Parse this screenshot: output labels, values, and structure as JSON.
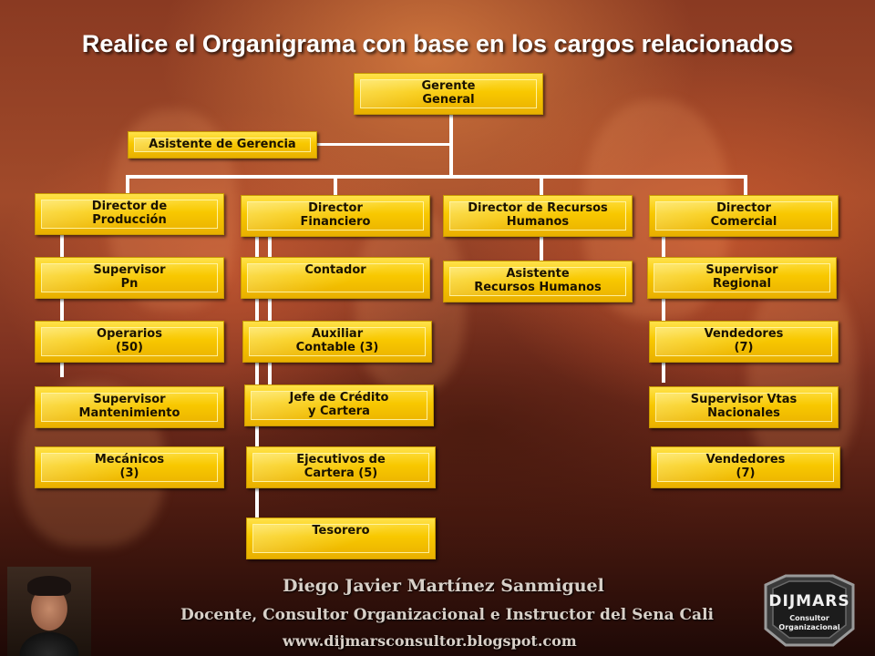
{
  "title": "Realice el Organigrama con base en los cargos relacionados",
  "nodes": {
    "gerente": "Gerente\nGeneral",
    "asistente_gerencia": "Asistente de Gerencia",
    "dir_produccion": "Director de\nProducción",
    "dir_financiero": "Director\nFinanciero",
    "dir_rrhh": "Director de Recursos\nHumanos",
    "dir_comercial": "Director\nComercial",
    "supervisor_pn": "Supervisor\nPn",
    "operarios": "Operarios\n(50)",
    "supervisor_mant": "Supervisor\nMantenimiento",
    "mecanicos": "Mecánicos\n(3)",
    "contador": "Contador",
    "aux_contable": "Auxiliar\nContable (3)",
    "jefe_credito": "Jefe de Crédito\ny Cartera",
    "ejecutivos_cartera": "Ejecutivos de\nCartera (5)",
    "tesorero": "Tesorero",
    "asistente_rrhh": "Asistente\nRecursos Humanos",
    "supervisor_regional": "Supervisor\nRegional",
    "vendedores_1": "Vendedores\n(7)",
    "supervisor_vtas": "Supervisor Vtas\nNacionales",
    "vendedores_2": "Vendedores\n(7)"
  },
  "footer": {
    "name": "Diego Javier Martínez Sanmiguel",
    "role": "Docente, Consultor Organizacional e Instructor del Sena Cali",
    "url": "www.dijmarsconsultor.blogspot.com"
  },
  "logo": {
    "name": "DIJMARS",
    "line1": "Consultor",
    "line2": "Organizacional"
  },
  "colors": {
    "box": "#f6c400",
    "connector": "#ffffff",
    "title_text": "#ffffff"
  }
}
